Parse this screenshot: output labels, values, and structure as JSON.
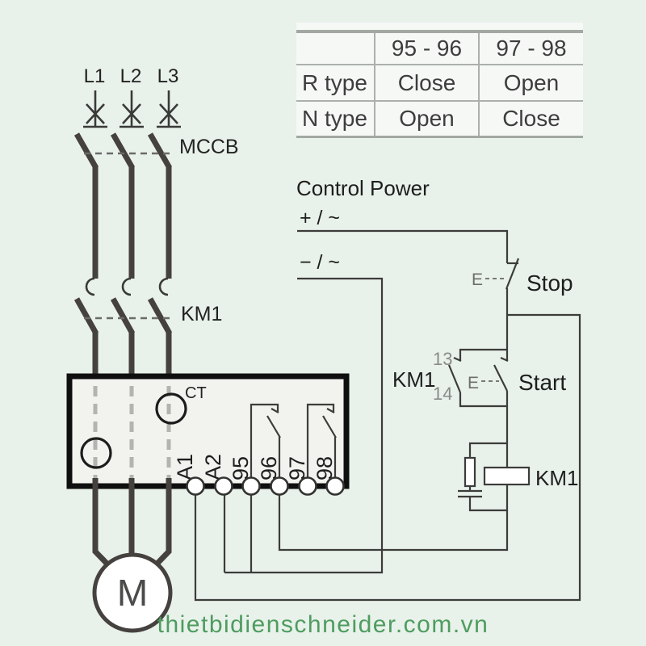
{
  "page": {
    "watermark": "thietbidienschneider.com.vn"
  },
  "colors": {
    "background": "#e8f1ea",
    "watermark_green": "#4e9c5f",
    "power_line": "#45413e",
    "wire": "#3c3c3a",
    "relay_box_fill": "#f2f2ef",
    "table_border": "#a3a8a3"
  },
  "contact_table": {
    "headers": [
      "",
      "95 - 96",
      "97 - 98"
    ],
    "rows": [
      [
        "R type",
        "Close",
        "Open"
      ],
      [
        "N type",
        "Open",
        "Close"
      ]
    ]
  },
  "power_section": {
    "phases": [
      "L1",
      "L2",
      "L3"
    ],
    "breaker": "MCCB",
    "contactor": "KM1",
    "current_transformer": "CT",
    "motor": "M"
  },
  "relay": {
    "terminals": [
      "A1",
      "A2",
      "95",
      "96",
      "97",
      "98"
    ]
  },
  "control_section": {
    "title": "Control Power",
    "plus_line": "+ / ~",
    "minus_line": "− / ~",
    "stop": "Stop",
    "start": "Start",
    "actuator": "E",
    "aux_contact": {
      "label": "KM1",
      "terminal_top": "13",
      "terminal_bottom": "14"
    },
    "coil": "KM1"
  }
}
